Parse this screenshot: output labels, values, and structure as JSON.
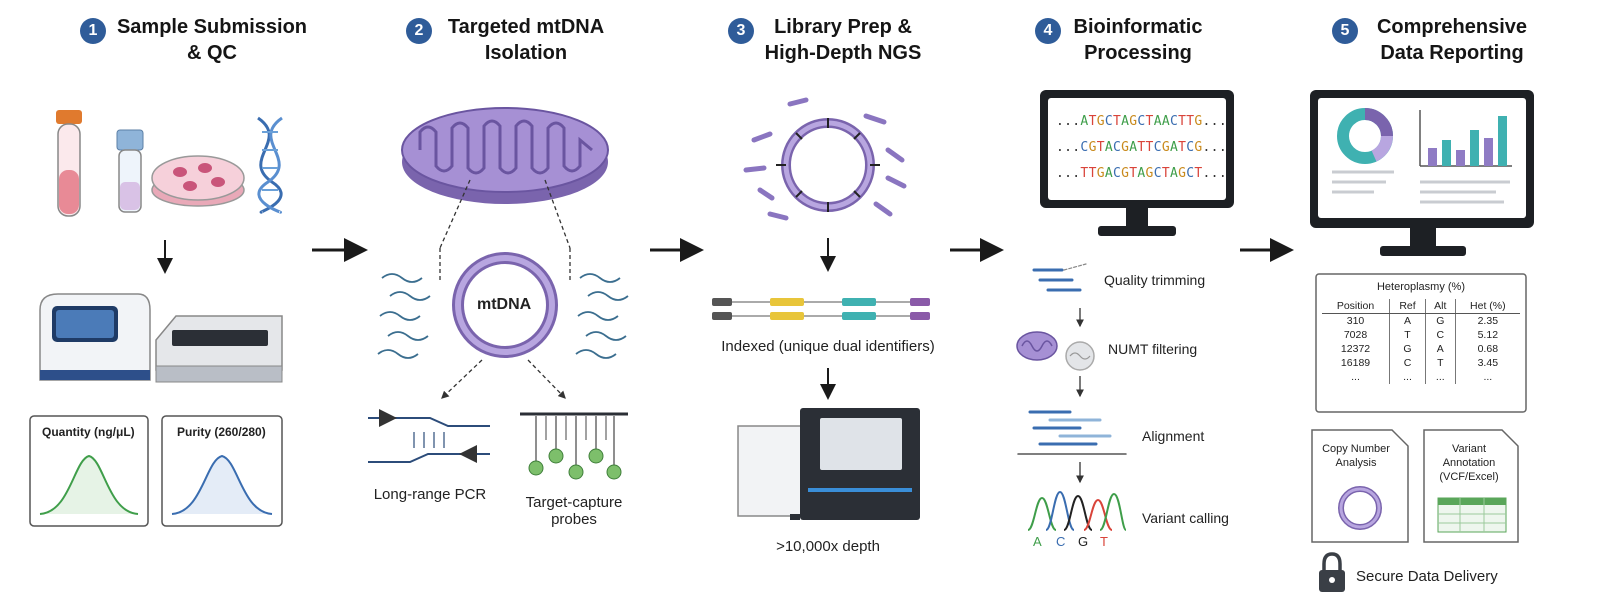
{
  "steps": [
    {
      "number": "1",
      "title_line1": "Sample Submission",
      "title_line2": "& QC"
    },
    {
      "number": "2",
      "title_line1": "Targeted mtDNA",
      "title_line2": "Isolation"
    },
    {
      "number": "3",
      "title_line1": "Library Prep &",
      "title_line2": "High-Depth NGS"
    },
    {
      "number": "4",
      "title_line1": "Bioinformatic",
      "title_line2": "Processing"
    },
    {
      "number": "5",
      "title_line1": "Comprehensive",
      "title_line2": "Data Reporting"
    }
  ],
  "qc": {
    "quantity_label": "Quantity (ng/μL)",
    "purity_label": "Purity (260/280)"
  },
  "isolation": {
    "mtdna_label": "mtDNA",
    "pcr_label": "Long-range PCR",
    "probes_line1": "Target-capture",
    "probes_line2": "probes"
  },
  "library": {
    "indexed_label": "Indexed (unique dual identifiers)",
    "depth_label": ">10,000x depth"
  },
  "bioinfo": {
    "seq_line1": "...ATGCTAGCTAACTTG...",
    "seq_line2": "...CGTACGATTCGATCG...",
    "seq_line3": "...TTGACGTAGCTAGCT...",
    "steps": [
      "Quality trimming",
      "NUMT filtering",
      "Alignment",
      "Variant calling"
    ],
    "bases": [
      "A",
      "C",
      "G",
      "T"
    ]
  },
  "report": {
    "table_title": "Heteroplasmy (%)",
    "columns": [
      "Position",
      "Ref",
      "Alt",
      "Het (%)"
    ],
    "rows": [
      [
        "310",
        "A",
        "G",
        "2.35"
      ],
      [
        "7028",
        "T",
        "C",
        "5.12"
      ],
      [
        "12372",
        "G",
        "A",
        "0.68"
      ],
      [
        "16189",
        "C",
        "T",
        "3.45"
      ],
      [
        "...",
        "...",
        "...",
        "..."
      ]
    ],
    "copy_number_line1": "Copy Number",
    "copy_number_line2": "Analysis",
    "annotation_line1": "Variant",
    "annotation_line2": "Annotation",
    "annotation_line3": "(VCF/Excel)",
    "secure_label": "Secure Data Delivery"
  },
  "colors": {
    "badge": "#2f5c99",
    "mito": "#9b87c4",
    "teal": "#3fb1b1",
    "yellow": "#e8c53a",
    "green": "#3f9e4a",
    "blue_curve": "#3a6db0"
  }
}
